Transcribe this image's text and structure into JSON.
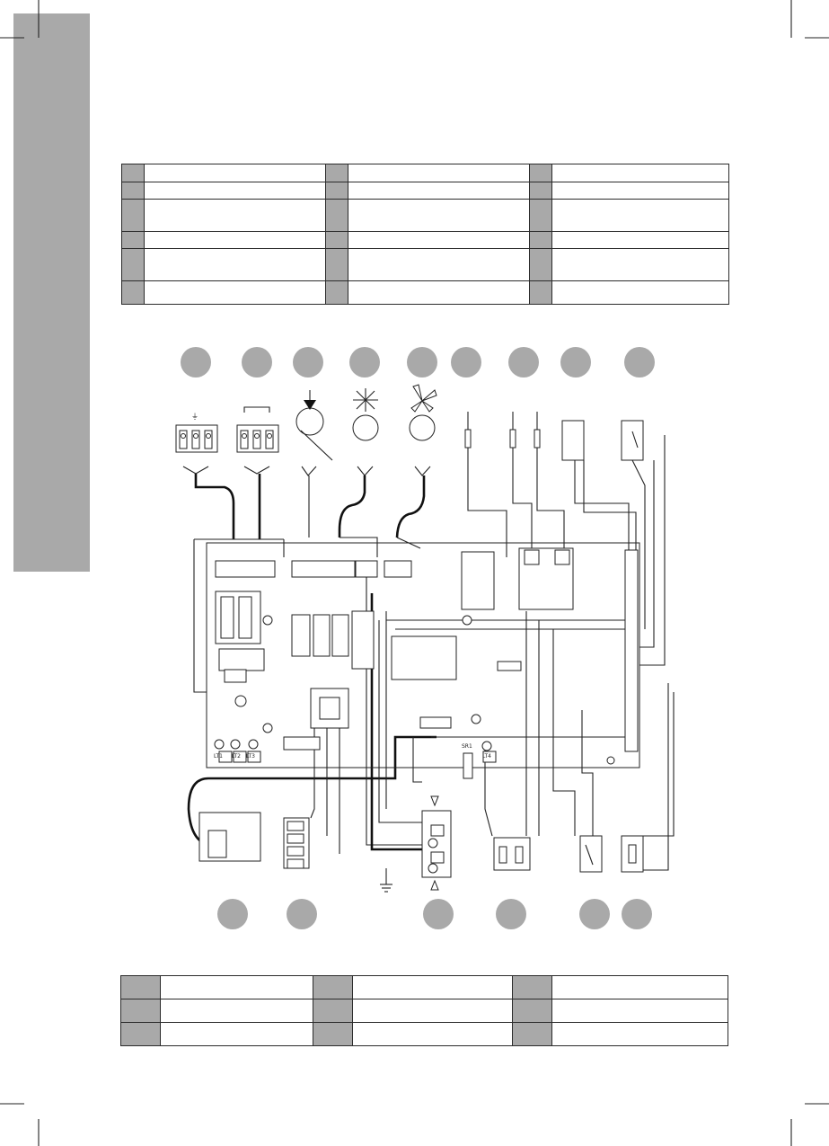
{
  "side_tab": {
    "color": "#a9a9a9"
  },
  "legend_top": {
    "rows": [
      [
        "",
        "",
        "",
        "",
        "",
        ""
      ],
      [
        "",
        "",
        "",
        "",
        "",
        ""
      ],
      [
        "",
        "",
        "",
        "",
        "",
        ""
      ],
      [
        "",
        "",
        "",
        "",
        "",
        ""
      ],
      [
        "",
        "",
        "",
        "",
        "",
        ""
      ],
      [
        "",
        "",
        "",
        "",
        "",
        ""
      ]
    ]
  },
  "legend_bottom": {
    "rows": [
      [
        "",
        "",
        "",
        "",
        "",
        ""
      ],
      [
        "",
        "",
        "",
        "",
        "",
        ""
      ],
      [
        "",
        "",
        "",
        "",
        "",
        ""
      ]
    ]
  },
  "diagram": {
    "callouts_top": [
      "",
      "",
      "",
      "",
      "",
      "",
      "",
      "",
      ""
    ],
    "callouts_bottom": [
      "",
      "",
      "",
      "",
      "",
      ""
    ],
    "board_labels": {
      "lt1": "LT1",
      "lt2": "LT2",
      "lt3": "LT3",
      "lt4": "LT4",
      "sr1": "SR1"
    },
    "ground_symbol": "⏚"
  }
}
